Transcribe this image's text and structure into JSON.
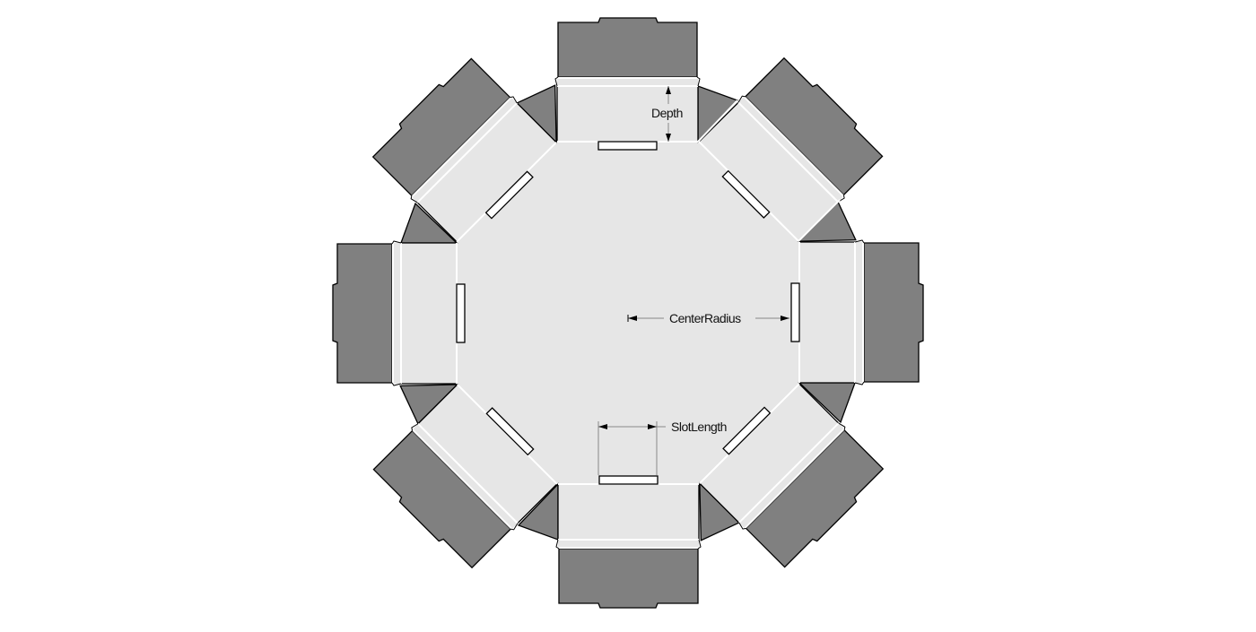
{
  "diagram": {
    "type": "octagonal box net / die-cut template",
    "sides": 8,
    "colors": {
      "background": "#ffffff",
      "panel_fill": "#e6e6e6",
      "tab_fill": "#808080",
      "fold_line": "#ffffff",
      "outline": "#000000",
      "slot_fill": "#ffffff",
      "dimension_line": "#888888"
    },
    "labels": {
      "depth": "Depth",
      "center_radius": "CenterRadius",
      "slot_length": "SlotLength"
    }
  }
}
